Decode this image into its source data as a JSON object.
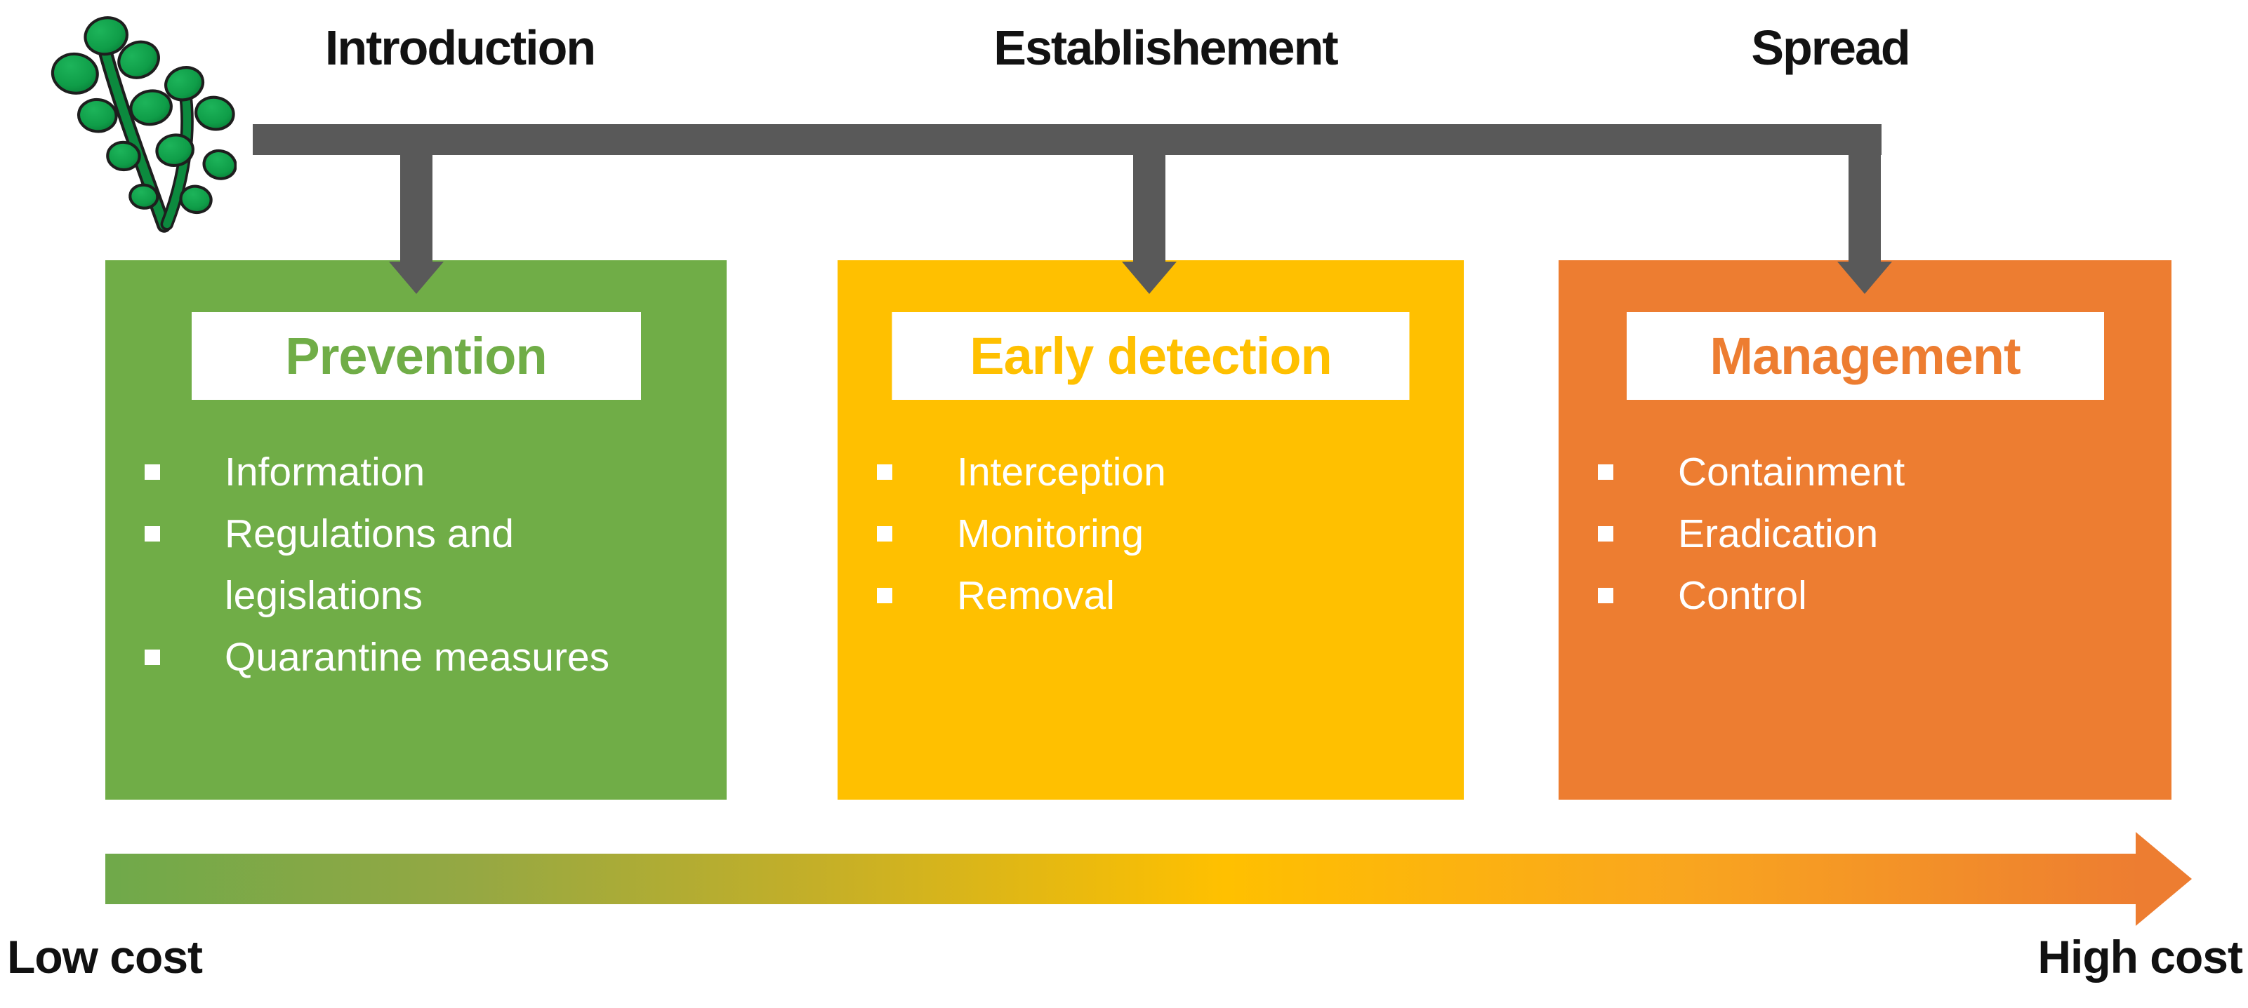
{
  "timeline": {
    "stages": [
      {
        "label": "Introduction"
      },
      {
        "label": "Establishement"
      },
      {
        "label": "Spread"
      }
    ],
    "bar_color": "#595959"
  },
  "boxes": [
    {
      "title": "Prevention",
      "color": "#70AD47",
      "items": [
        "Information",
        "Regulations and legislations",
        "Quarantine measures"
      ]
    },
    {
      "title": "Early detection",
      "color": "#FFC000",
      "items": [
        "Interception",
        "Monitoring",
        "Removal"
      ]
    },
    {
      "title": "Management",
      "color": "#ED7D31",
      "items": [
        "Containment",
        "Eradication",
        "Control"
      ]
    }
  ],
  "cost_axis": {
    "left_label": "Low cost",
    "right_label": "High cost",
    "gradient": [
      "#70AD47",
      "#FFC000",
      "#ED7D31"
    ]
  },
  "icon": {
    "name": "invasive-seaweed",
    "color": "#0f9d48"
  }
}
